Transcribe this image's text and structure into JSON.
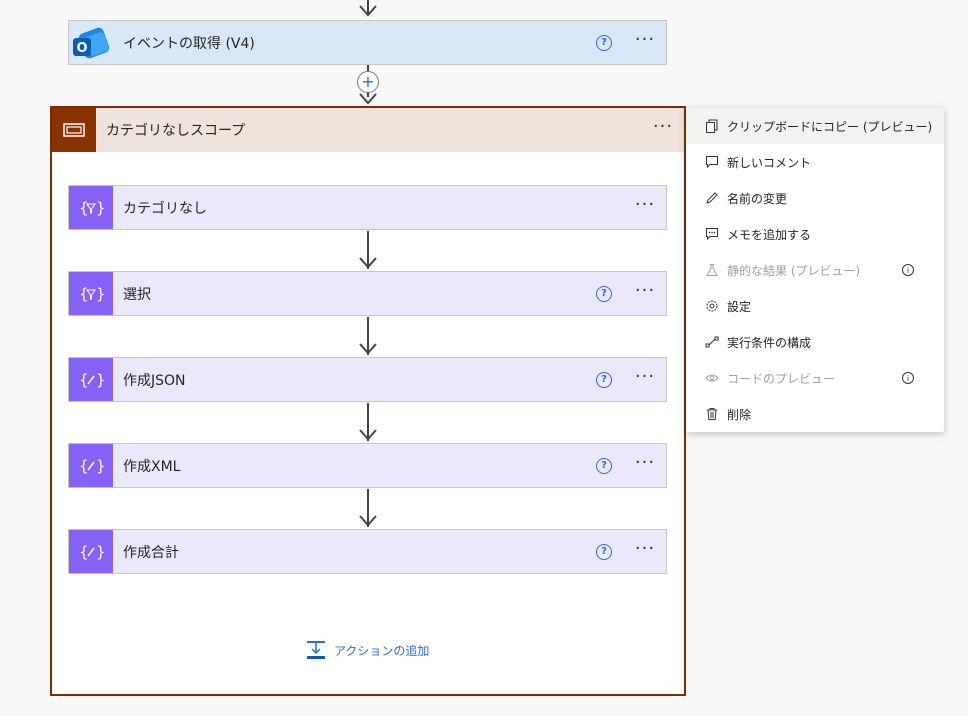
{
  "top_action": {
    "title": "イベントの取得 (V4)",
    "help": "?",
    "more": "···"
  },
  "scope": {
    "title": "カテゴリなしスコープ",
    "more": "···"
  },
  "actions": [
    {
      "title": "カテゴリなし",
      "more": "···"
    },
    {
      "title": "選択",
      "help": "?",
      "more": "···"
    },
    {
      "title": "作成JSON",
      "help": "?",
      "more": "···"
    },
    {
      "title": "作成XML",
      "help": "?",
      "more": "···"
    },
    {
      "title": "作成合計",
      "help": "?",
      "more": "···"
    }
  ],
  "add_action_label": "アクションの追加",
  "insert_plus": "+",
  "context_menu": {
    "items": [
      {
        "label": "クリップボードにコピー (プレビュー)",
        "icon": "copy-icon"
      },
      {
        "label": "新しいコメント",
        "icon": "comment-icon"
      },
      {
        "label": "名前の変更",
        "icon": "pencil-icon"
      },
      {
        "label": "メモを追加する",
        "icon": "note-icon"
      },
      {
        "label": "静的な結果 (プレビュー)",
        "icon": "flask-icon",
        "disabled": true,
        "info": "i"
      },
      {
        "label": "設定",
        "icon": "gear-icon"
      },
      {
        "label": "実行条件の構成",
        "icon": "run-after-icon"
      },
      {
        "label": "コードのプレビュー",
        "icon": "eye-icon",
        "disabled": true,
        "info": "i"
      },
      {
        "label": "削除",
        "icon": "trash-icon"
      }
    ]
  },
  "colors": {
    "accent": "#2f6bd6",
    "scope_border": "#7a2e06",
    "scope_icon_bg": "#8a3100",
    "action_icon_bg": "#8661f5"
  }
}
